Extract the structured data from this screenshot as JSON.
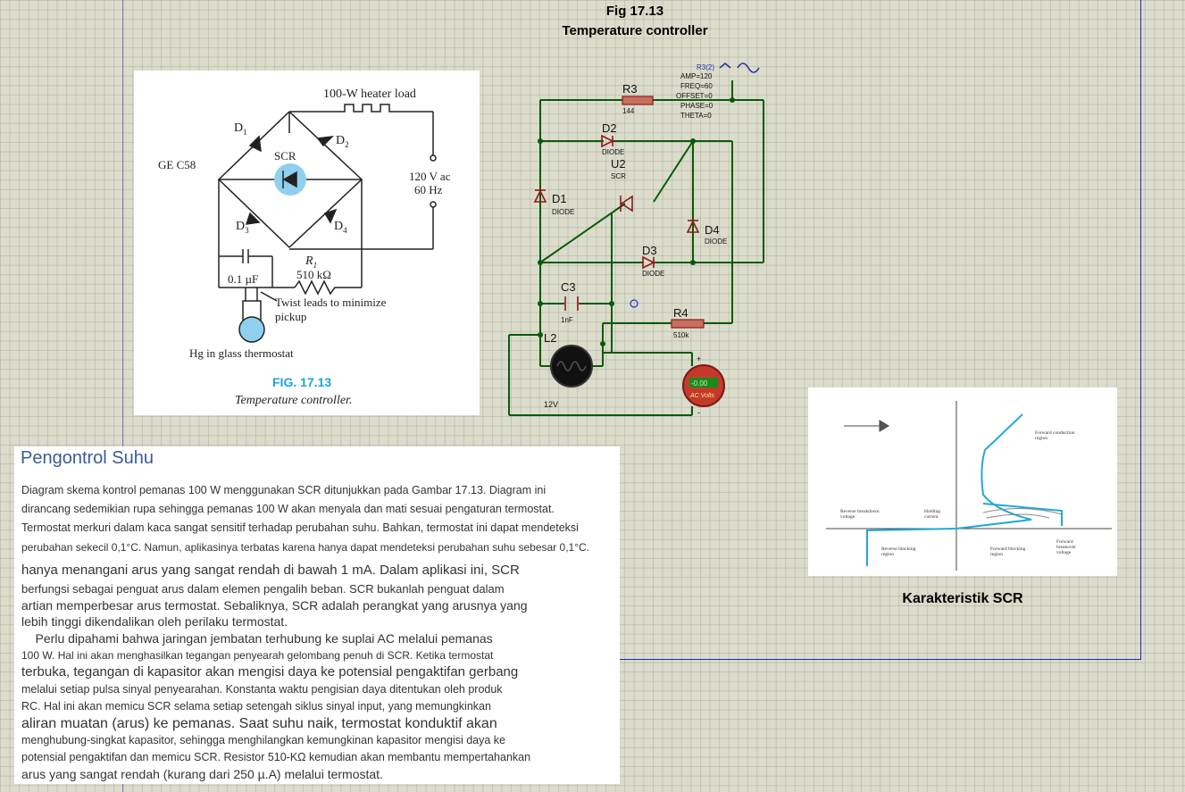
{
  "header": {
    "fig_label": "Fig 17.13",
    "fig_title": "Temperature controller"
  },
  "textbook_figure": {
    "heater_label": "100-W heater load",
    "d1": "D",
    "d1_sub": "1",
    "d2": "D",
    "d2_sub": "2",
    "d3": "D",
    "d3_sub": "3",
    "d4": "D",
    "d4_sub": "4",
    "scr": "SCR",
    "ge": "GE C58",
    "supply_v": "120 V ac",
    "supply_f": "60 Hz",
    "r1": "R",
    "r1_sub": "1",
    "r1_value": "510 kΩ",
    "cap": "0.1 µF",
    "twist1": "Twist leads to minimize",
    "twist2": "pickup",
    "thermostat": "Hg in glass thermostat",
    "fig": "FIG. 17.13",
    "caption": "Temperature controller."
  },
  "schematic": {
    "source_name": "R3(2)",
    "amp": "AMP=120",
    "freq": "FREQ=60",
    "offset": "OFFSET=0",
    "phase": "PHASE=0",
    "theta": "THETA=0",
    "r3": "R3",
    "r3_value": "144",
    "d2": "D2",
    "d2_type": "DIODE",
    "u2": "U2",
    "u2_type": "SCR",
    "d1": "D1",
    "d1_type": "DIODE",
    "d4": "D4",
    "d4_type": "DIODE",
    "d3": "D3",
    "d3_type": "DIODE",
    "c3": "C3",
    "c3_value": "1nF",
    "r4": "R4",
    "r4_value": "510k",
    "l2": "L2",
    "l2_value": "12V",
    "meter_value": "-0.00",
    "meter_label": "AC Volts",
    "meter_plus": "+",
    "meter_minus": "-"
  },
  "scr_characteristic": {
    "caption": "Karakteristik SCR",
    "forward_conduction": "Forward conduction",
    "region": "region",
    "reverse_breakdown": "Reverse breakdown",
    "voltage": "voltage",
    "holding": "Holding",
    "current": "current",
    "reverse_blocking": "Reverse blocking",
    "forward_blocking": "Forward blocking",
    "forward_breakover": "Forward",
    "breakover": "breakover",
    "breakover_voltage": "voltage"
  },
  "text": {
    "heading": "Pengontrol Suhu",
    "p1": [
      "Diagram skema kontrol pemanas 100 W menggunakan SCR ditunjukkan pada Gambar 17.13. Diagram ini",
      "dirancang sedemikian rupa sehingga pemanas 100 W akan menyala dan mati sesuai pengaturan termostat.",
      "Termostat merkuri dalam kaca sangat sensitif terhadap perubahan suhu. Bahkan, termostat ini dapat mendeteksi",
      "perubahan sekecil 0,1°C. Namun, aplikasinya terbatas karena hanya dapat mendeteksi perubahan suhu sebesar 0,1°C."
    ],
    "p2": [
      "hanya menangani arus yang sangat rendah di bawah 1 mA. Dalam aplikasi ini, SCR",
      "berfungsi sebagai penguat arus dalam elemen pengalih beban. SCR bukanlah penguat dalam",
      "artian memperbesar arus termostat. Sebaliknya, SCR adalah perangkat yang arusnya yang",
      "lebih tinggi dikendalikan oleh perilaku termostat.",
      "    Perlu dipahami bahwa jaringan jembatan terhubung ke suplai AC melalui pemanas",
      "100 W. Hal ini akan menghasilkan tegangan penyearah gelombang penuh di SCR. Ketika termostat",
      "terbuka, tegangan di kapasitor akan mengisi daya ke potensial pengaktifan gerbang",
      "melalui setiap pulsa sinyal penyearahan. Konstanta waktu pengisian daya ditentukan oleh produk",
      "RC. Hal ini akan memicu SCR selama setiap setengah siklus sinyal input, yang memungkinkan",
      "aliran muatan (arus) ke pemanas. Saat suhu naik, termostat konduktif akan",
      "menghubung-singkat kapasitor, sehingga menghilangkan kemungkinan kapasitor mengisi daya ke",
      "potensial pengaktifan dan memicu SCR. Resistor 510-KΩ kemudian akan membantu mempertahankan",
      "arus yang sangat rendah (kurang dari 250 µ.A) melalui termostat."
    ]
  }
}
